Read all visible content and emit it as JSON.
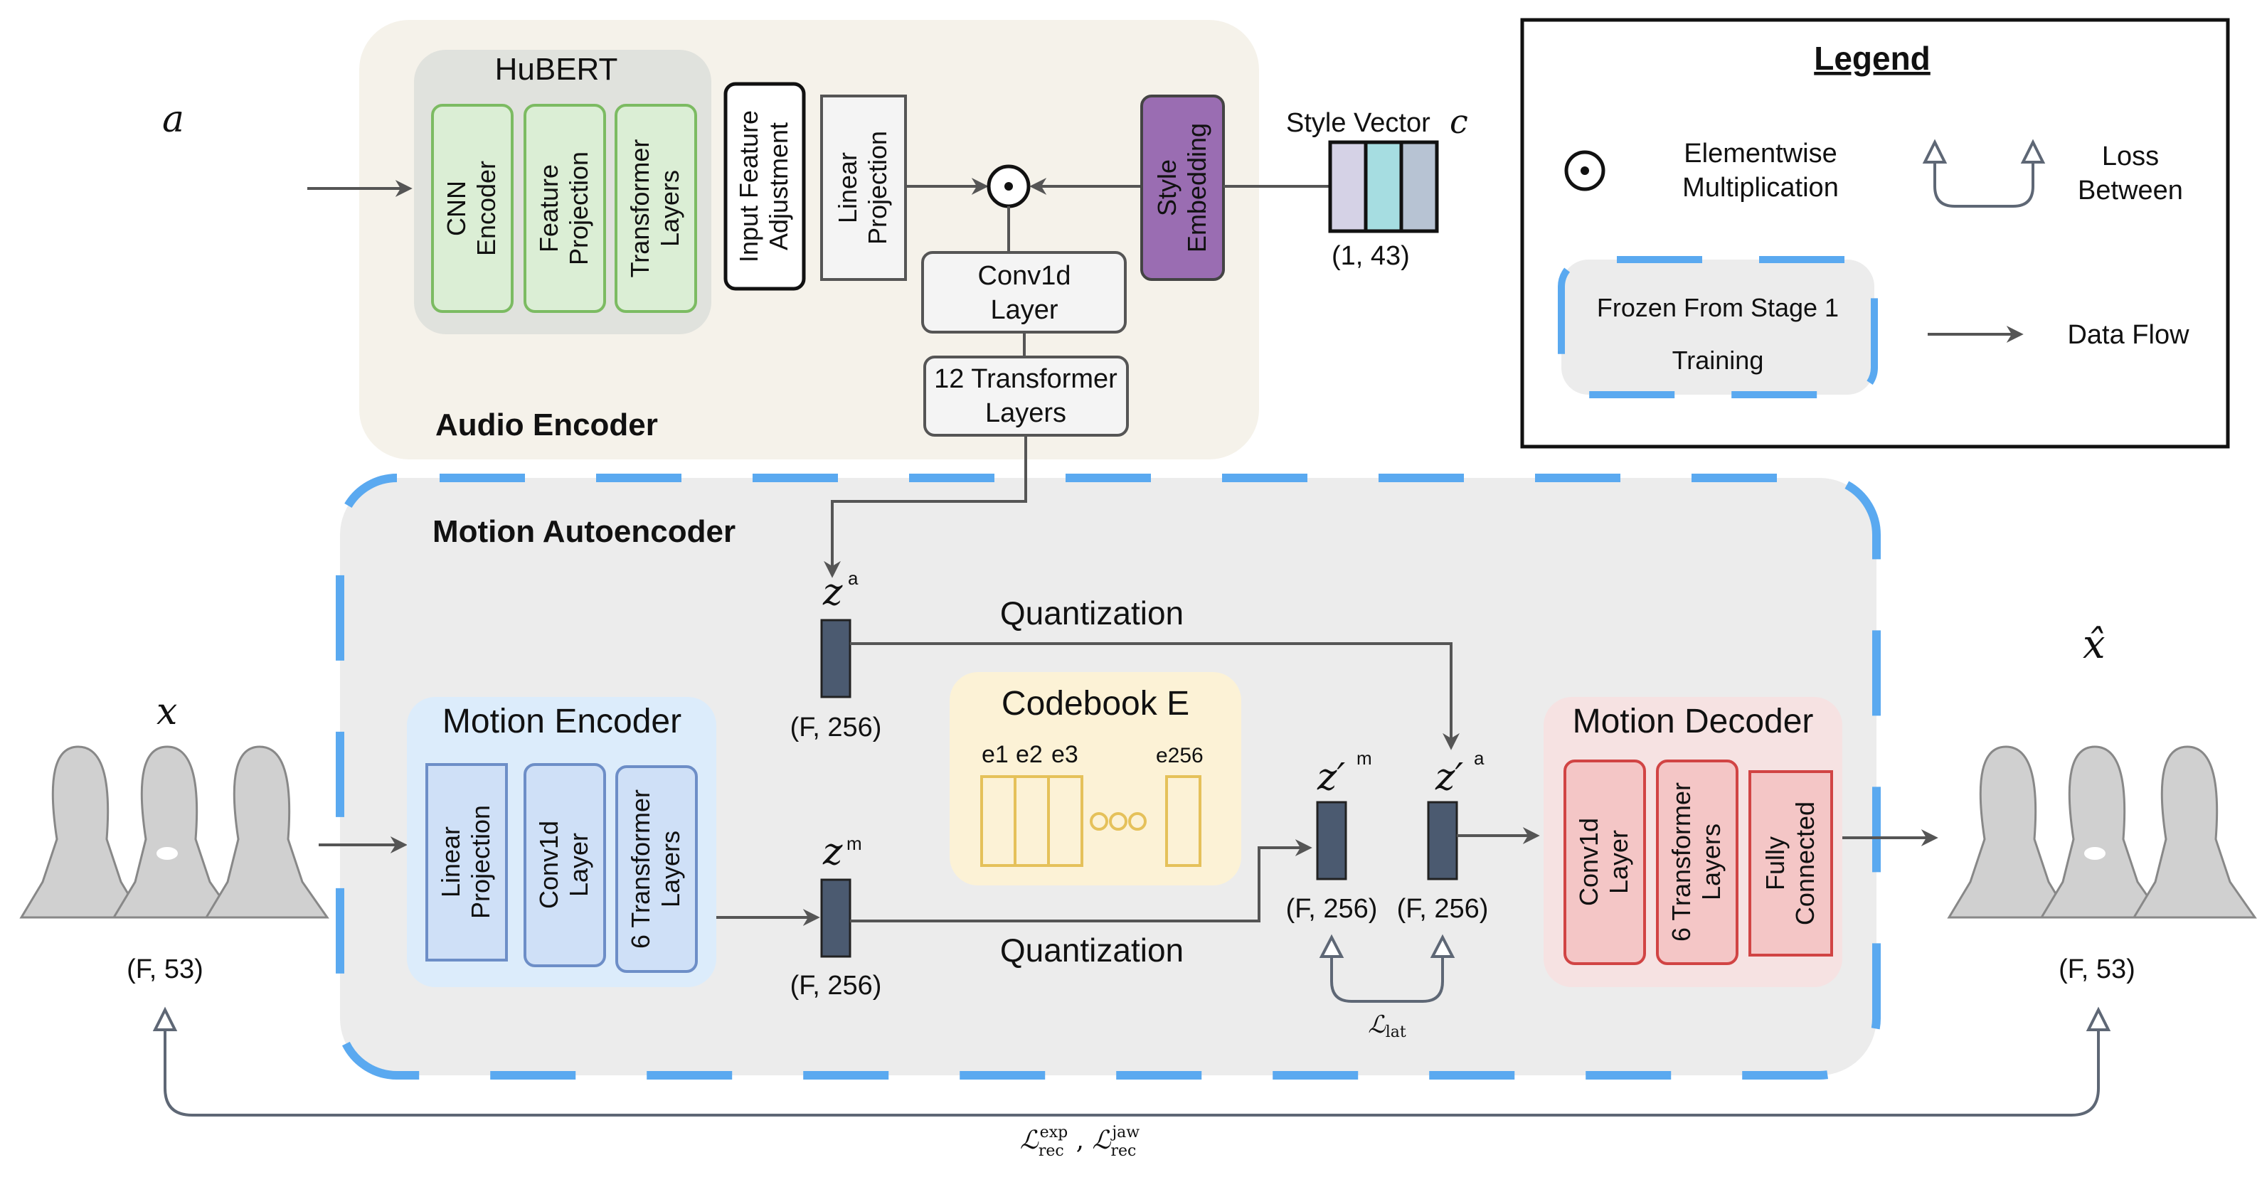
{
  "audio_encoder": {
    "title": "Audio Encoder",
    "audio_symbol": "a",
    "hubert": {
      "title": "HuBERT",
      "blocks": [
        "CNN Encoder",
        "Feature Projection",
        "Transformer Layers"
      ]
    },
    "input_feature_adjustment": "Input Feature Adjustment",
    "linear_projection": "Linear Projection",
    "elementwise_symbol": "⊙",
    "style_embedding": "Style Embedding",
    "style_vector_label": "Style Vector",
    "style_vector_symbol": "c",
    "style_vector_shape": "(1,  43)",
    "conv1d": [
      "Conv1d",
      "Layer"
    ],
    "transformer12": [
      "12 Transformer",
      "Layers"
    ]
  },
  "motion_autoencoder": {
    "title": "Motion Autoencoder",
    "input_symbol": "x",
    "input_shape": "(F, 53)",
    "output_symbol": "x̂",
    "output_shape": "(F, 53)",
    "encoder": {
      "title": "Motion Encoder",
      "blocks": [
        "Linear Projection",
        "Conv1d Layer",
        "6 Transformer Layers"
      ]
    },
    "za_label": "z",
    "za_sup": "a",
    "za_shape": "(F, 256)",
    "zm_label": "z",
    "zm_sup": "m",
    "zm_shape": "(F, 256)",
    "quantization_top": "Quantization",
    "quantization_bottom": "Quantization",
    "codebook": {
      "title": "Codebook E",
      "entries": [
        "e1",
        "e2",
        "e3",
        "e256"
      ]
    },
    "zqm_label": "z′",
    "zqm_sup": "m",
    "zqm_shape": "(F, 256)",
    "zqa_label": "z′",
    "zqa_sup": "a",
    "zqa_shape": "(F, 256)",
    "latent_loss": "ℒlat",
    "decoder": {
      "title": "Motion Decoder",
      "blocks": [
        "Conv1d Layer",
        "6 Transformer Layers",
        "Fully Connected"
      ]
    },
    "recon_loss": "ℒrec exp , ℒrec jaw"
  },
  "legend": {
    "title": "Legend",
    "elementwise": [
      "Elementwise",
      "Multiplication"
    ],
    "loss": [
      "Loss",
      "Between"
    ],
    "frozen": [
      "Frozen From Stage 1",
      "Training"
    ],
    "data_flow": "Data Flow"
  },
  "colors": {
    "audio_bg": "#f5f2ea",
    "hubert_bg": "#e0e2dd",
    "green_fill": "#dbeed5",
    "green_stroke": "#7cbb62",
    "motion_bg": "#ececec",
    "blue_dash": "#5aa9f0",
    "encoder_bg": "#dcecfb",
    "encoder_block": "#cfe0f7",
    "encoder_stroke": "#6d8ec7",
    "codebook_bg": "#fcf2d6",
    "codebook_stroke": "#e5c15a",
    "decoder_bg": "#f6e2e2",
    "decoder_block": "#f4c6c6",
    "decoder_stroke": "#d14444",
    "style_fill": "#9a6db2",
    "vector_cells": [
      "#d5d2e6",
      "#a6dde1",
      "#b7c3d3"
    ],
    "latent_block": "#4b5a70"
  }
}
